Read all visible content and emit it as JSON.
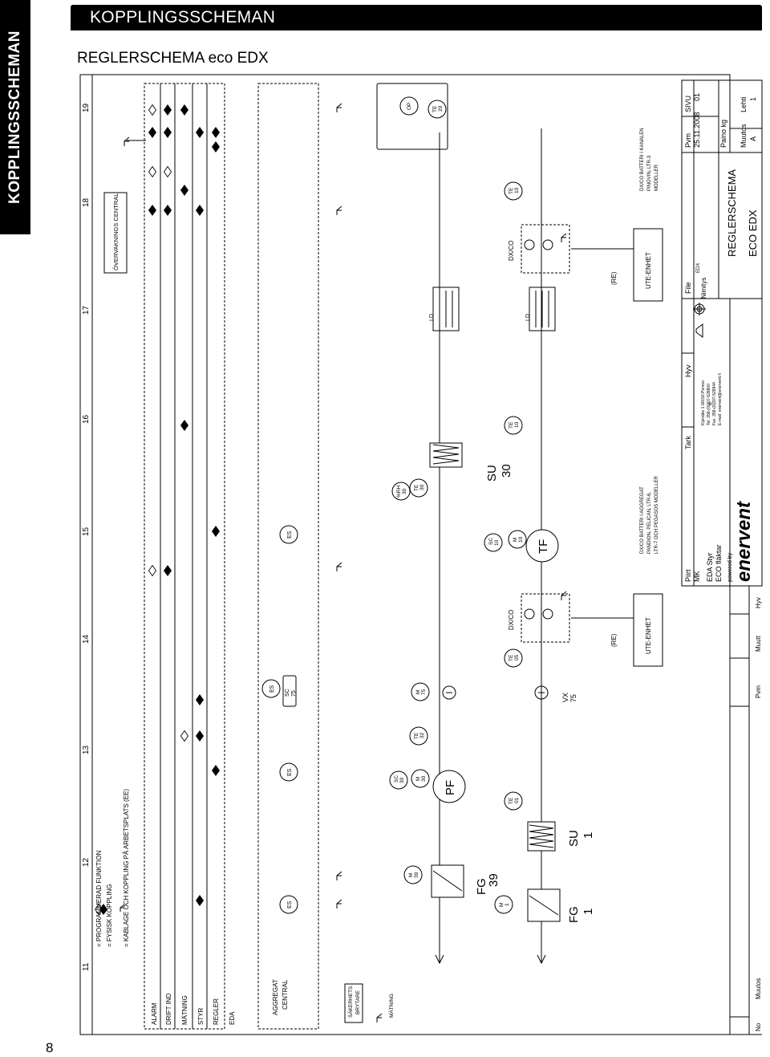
{
  "sidebar": {
    "title": "KOPPLINGSSCHEMAN"
  },
  "header": {
    "title": "KOPPLINGSSCHEMAN",
    "subtitle": "REGLERSCHEMA eco EDX"
  },
  "page_number": "8",
  "columns": [
    "11",
    "12",
    "13",
    "14",
    "15",
    "16",
    "17",
    "18",
    "19"
  ],
  "legend": {
    "programmed": "= PROGRAMMERAD FUNKTION",
    "physical": "= FYSISK KOPPLING",
    "cabling": "= KABLAGE OCH KOPPLING PÅ ARBETSPLATS (EE)"
  },
  "rows": [
    "ALARM",
    "DRIFT IND",
    "MÄTNING",
    "STYR",
    "REGLER",
    "EDA"
  ],
  "left_boxes": {
    "aggregat_line1": "AGGREGAT",
    "aggregat_line2": "CENTRAL",
    "safety_line1": "SÄKERHETS",
    "safety_line2": "BRYTARE",
    "matning": "MÄTNING"
  },
  "labels": {
    "overvakning": "ÖVERVAKNINGS CENTRAL",
    "es": "ES",
    "sc": "SC",
    "m": "M",
    "te": "TE",
    "rh": "%RH",
    "n75": "75",
    "n30": "30",
    "n32": "32",
    "n39": "39",
    "n1": "1",
    "n10": "10",
    "n05": "05",
    "n01": "01",
    "n20": "20",
    "pf": "PF",
    "tf": "TF",
    "fg1": "FG",
    "fg1n": "1",
    "fg39": "FG",
    "fg39n": "39",
    "su1": "SU",
    "su1n": "1",
    "su30": "SU",
    "su30n": "30",
    "vx": "VX",
    "vxn": "75",
    "dxco": "DX/CO",
    "ld": "LD",
    "re": "(RE)",
    "op": "OP",
    "ute": "UTE-ENHET"
  },
  "notes": {
    "note1": [
      "DX/CO BATTERI I AGGREGAT",
      "PANDION, PELICAN, LTR-6,",
      "LTR-7 OCH PEGASOS MODELLER"
    ],
    "note2": [
      "DX/CO BATTERI I KANALEN",
      "PINGVIN, LTR-3",
      "MODELLER"
    ]
  },
  "title_block": {
    "no": "No",
    "muutos": "Muutos",
    "pvm": "Pvm",
    "muutt": "Muutt",
    "hyv": "Hyv",
    "piirt": "Piirt",
    "mk": "MK",
    "tark": "Tark",
    "hyv2": "Hyv",
    "file": "File",
    "edx": "EDX",
    "pvm2": "Pvm",
    "date": "25.11.2008",
    "sivu": "SIVU",
    "sivu_no": "01",
    "eda_styr": "EDA Styr",
    "eco_flaktar": "ECO fläktar",
    "nimitys": "Nimitys",
    "reglerschema": "REGLERSCHEMA",
    "paino": "Paino kg",
    "powered": "powered by",
    "brand": "enervent",
    "address": [
      "Kipinätie 1 06150 Porvoo",
      "Tel. 358-(0)207-528800",
      "Fax. 358-(0)207-528844",
      "E-mail: enervent@enervent.fi"
    ],
    "eco_edx": "ECO EDX",
    "muutos2": "Muutos",
    "muutos_val": "A",
    "lehti": "Lehti",
    "lehti_no": "1"
  },
  "colors": {
    "ink": "#000000",
    "background": "#ffffff"
  }
}
